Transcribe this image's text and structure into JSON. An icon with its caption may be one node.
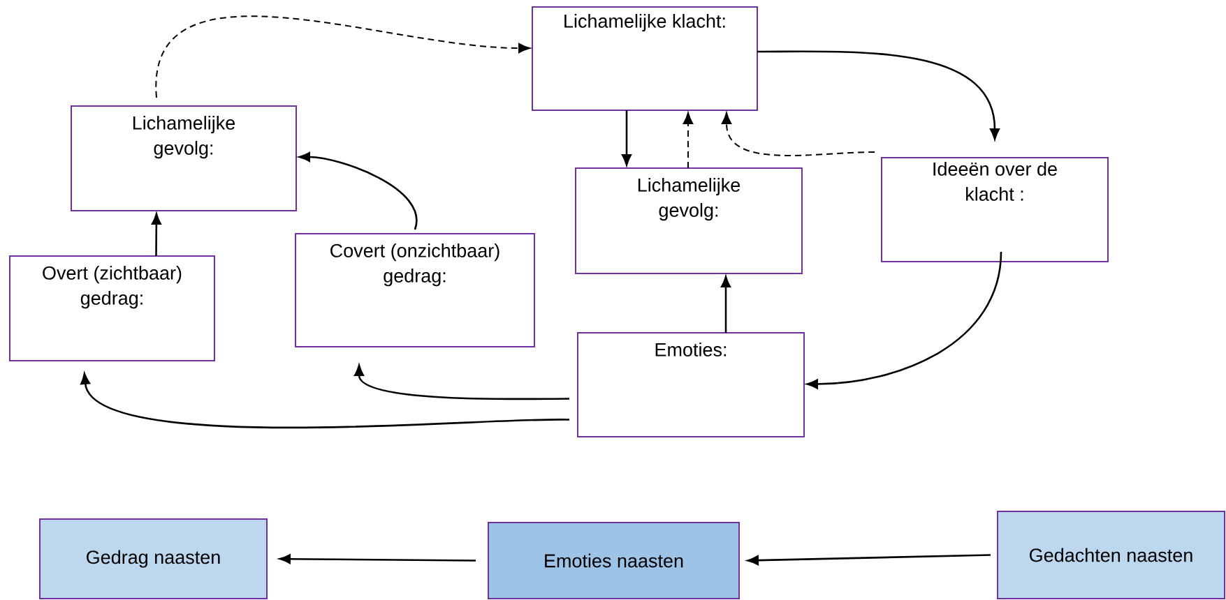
{
  "diagram": {
    "nodes": [
      {
        "text": [
          "Lichamelijke klacht:"
        ]
      },
      {
        "text": [
          "Lichamelijke gevolg:"
        ]
      },
      {
        "text": [
          "Overt (zichtbaar) gedrag:"
        ]
      },
      {
        "text": [
          "Covert (onzichtbaar) gedrag:"
        ]
      },
      {
        "text": [
          "Lichamelijke gevolg:"
        ]
      },
      {
        "text": [
          "Ideeën over de klacht :"
        ]
      },
      {
        "text": [
          "Emoties:"
        ]
      },
      {
        "text": [
          "Gedrag naasten"
        ]
      },
      {
        "text": [
          "Emoties naasten"
        ]
      },
      {
        "text": [
          "Gedachten naasten"
        ]
      }
    ],
    "edges": [
      {
        "from": 1,
        "to": 0,
        "arrow": "to",
        "style": "dashed"
      },
      {
        "from": 0,
        "to": 5,
        "arrow": "to"
      },
      {
        "from": 0,
        "to": 4,
        "arrow": "to"
      },
      {
        "from": 4,
        "to": 0,
        "arrow": "to",
        "style": "dashed"
      },
      {
        "from": 5,
        "to": 0,
        "arrow": "to",
        "style": "dashed"
      },
      {
        "from": 3,
        "to": 1,
        "arrow": "to"
      },
      {
        "from": 2,
        "to": 1,
        "arrow": "to"
      },
      {
        "from": 6,
        "to": 4,
        "arrow": "to"
      },
      {
        "from": 5,
        "to": 6,
        "arrow": "to"
      },
      {
        "from": 6,
        "to": 3,
        "arrow": "to"
      },
      {
        "from": 6,
        "to": 2,
        "arrow": "to"
      },
      {
        "from": 8,
        "to": 7,
        "arrow": "to"
      },
      {
        "from": 9,
        "to": 8,
        "arrow": "to"
      }
    ]
  }
}
